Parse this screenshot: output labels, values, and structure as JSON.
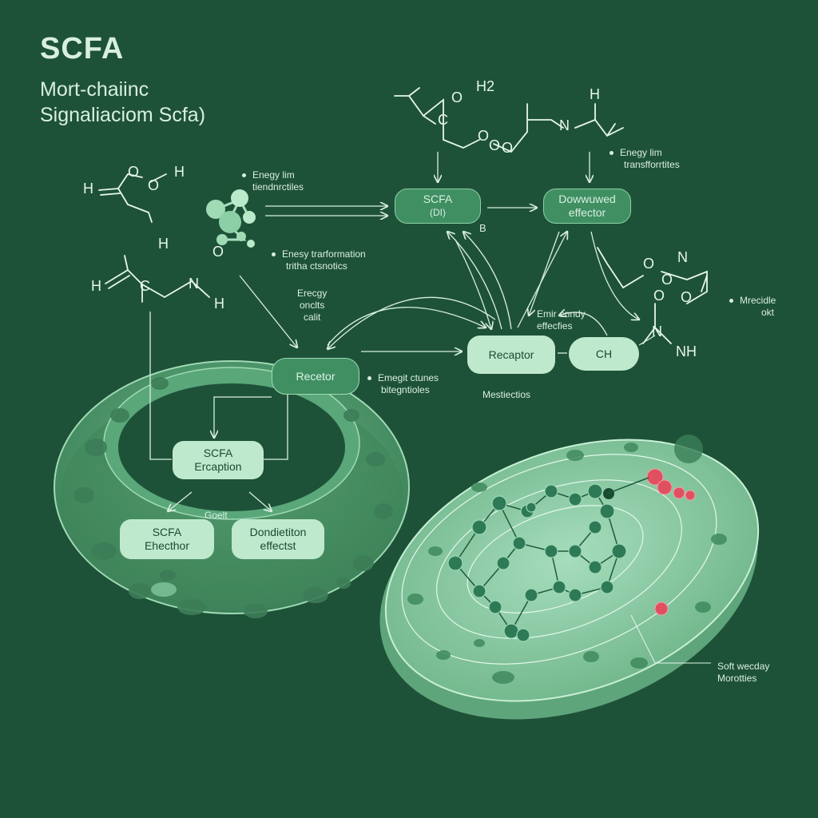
{
  "header": {
    "title": "SCFA",
    "subtitle_line1": "Mort-chaiinc",
    "subtitle_line2": "Signaliaciom Scfa)"
  },
  "nodes": {
    "scfa_top": {
      "line1": "SCFA",
      "line2": "(DI)"
    },
    "downstream_effector": {
      "line1": "Dowwuwed",
      "line2": "effector"
    },
    "receptor_center": {
      "line1": "Recetor"
    },
    "receptor_right": {
      "line1": "Recaptor"
    },
    "ch_node": {
      "line1": "CH"
    },
    "scfa_exception": {
      "line1": "SCFA",
      "line2": "Ercaption"
    },
    "scfa_effector": {
      "line1": "SCFA",
      "line2": "Ehecthor"
    },
    "dondietion_effects": {
      "line1": "Dondietiton",
      "line2": "effectst"
    }
  },
  "notes": {
    "energy_left_1": "Enegy lim",
    "energy_left_2": "tiendnrctiles",
    "energy_transformation_1": "Enesy trarformation",
    "energy_transformation_2": "tritha ctsnotics",
    "energy_right_1": "Enegy lim",
    "energy_right_2": "transfforrtites",
    "energy_center_1": "Erecgy",
    "energy_center_2": "onclts",
    "energy_center_3": "calit",
    "energy_effects_1": "Emir enndy",
    "energy_effects_2": "effecfies",
    "energy_cluster_1": "Emegit ctunes",
    "energy_cluster_2": "bitegntioles",
    "mestections": "Mestiectios",
    "goelt": "Goelt",
    "metabolite_1": "Mrecidle",
    "metabolite_2": "okt",
    "soft_1": "Soft wecday",
    "soft_2": "Morotties",
    "label_b": "B"
  },
  "atoms": {
    "h_1": "H",
    "o_1": "O",
    "o_2": "O",
    "h_2": "H",
    "h_3": "H",
    "c_1": "C",
    "h_4": "H",
    "n_1": "N",
    "o_3": "O",
    "h_5": "H",
    "c_2": "C",
    "o_4": "O",
    "o_5": "O",
    "h2_1": "H2",
    "o_6": "O",
    "o_7": "O",
    "o_8": "O",
    "n_2": "N",
    "h_6": "H",
    "o_9": "O",
    "n_3": "N",
    "o_10": "O",
    "n_4": "N",
    "nh_1": "NH",
    "o_11": "O"
  },
  "colors": {
    "background": "#1e5238",
    "cell": "#4f9a6e",
    "node_light": "#bfe9cd",
    "node_dark": "#3f8f62",
    "accent_red": "#e05060",
    "line": "#d8efe0"
  }
}
